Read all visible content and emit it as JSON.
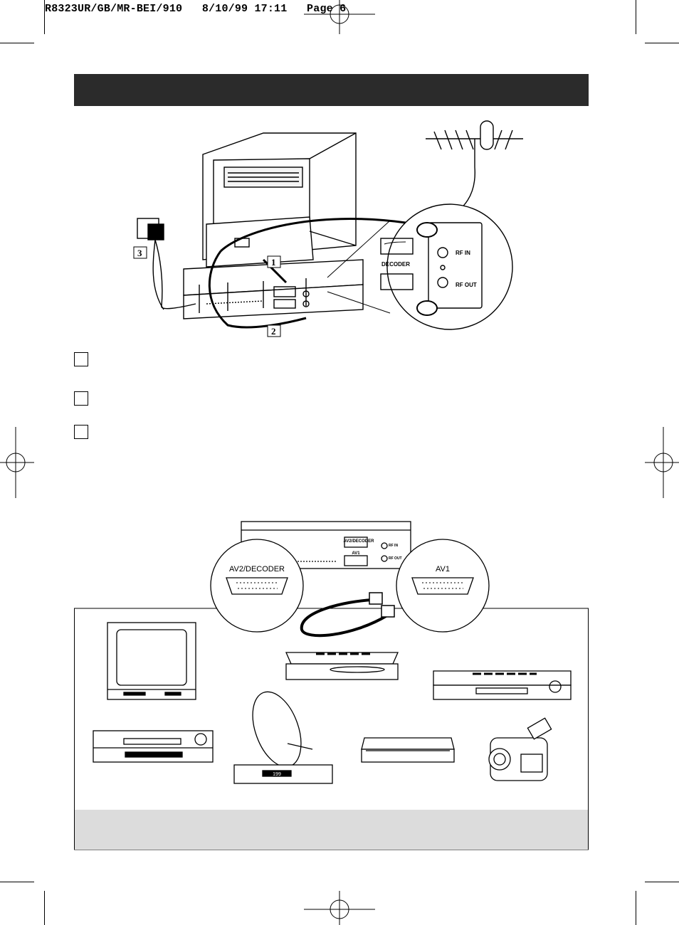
{
  "slug_line": "R8323UR/GB/MR-BEI/910   8/10/99 17:11   Page 6",
  "header": {
    "title": ""
  },
  "diagram_top": {
    "callouts": [
      "1",
      "2",
      "3"
    ],
    "socket_labels": {
      "decoder": "DECODER",
      "rf_in": "RF IN",
      "rf_out": "RF OUT"
    }
  },
  "steps": [
    {
      "number": "",
      "text": ""
    },
    {
      "number": "",
      "text": ""
    },
    {
      "number": "",
      "text": ""
    }
  ],
  "diagram_bottom": {
    "vcr_labels": {
      "av2_decoder": "AV2/DECODER",
      "av1": "AV1",
      "rf_in": "RF IN",
      "rf_out": "RF OUT"
    },
    "zoom_left_label": "AV2/DECODER",
    "zoom_right_label": "AV1",
    "receiver_display": "199"
  },
  "footnote": {
    "text": ""
  }
}
